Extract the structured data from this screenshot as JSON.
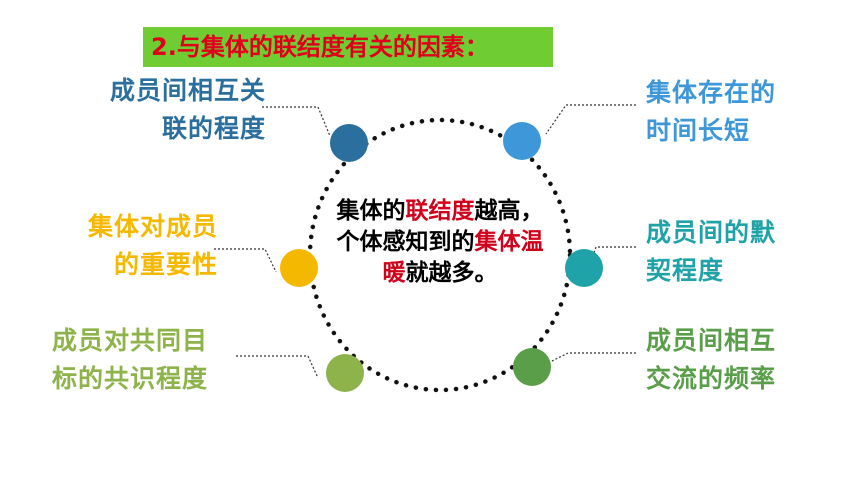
{
  "title": "2.与集体的联结度有关的因素：",
  "center": {
    "p1": "集体的",
    "p2": "联结度",
    "p3": "越高，个体感知到的",
    "p4": "集体温暖",
    "p5": "就越多。"
  },
  "factors": {
    "top_left": {
      "line1": "成员间相互关",
      "line2": "联的程度",
      "color": "#2b6f9e"
    },
    "mid_left": {
      "line1": "集体对成员",
      "line2": "的重要性",
      "color": "#f5b800"
    },
    "bot_left": {
      "line1": "成员对共同目",
      "line2": "标的共识程度",
      "color": "#8db34a"
    },
    "top_right": {
      "line1": "集体存在的",
      "line2": "时间长短",
      "color": "#3d97d9"
    },
    "mid_right": {
      "line1": "成员间的默",
      "line2": "契程度",
      "color": "#1fa3a8"
    },
    "bot_right": {
      "line1": "成员间相互",
      "line2": "交流的频率",
      "color": "#5a9e4a"
    }
  }
}
